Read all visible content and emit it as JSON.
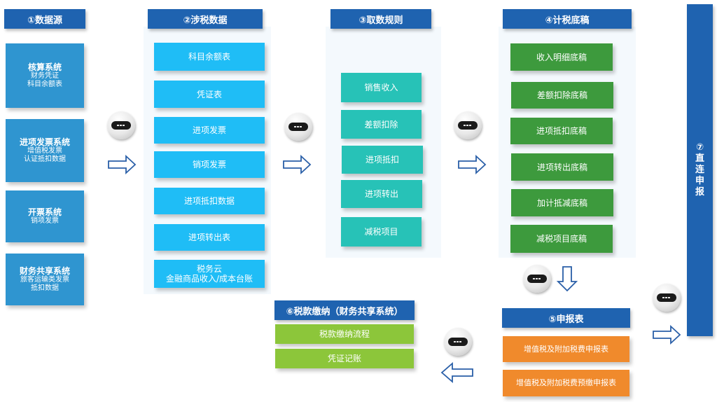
{
  "sections": {
    "source": {
      "header": "①数据源",
      "items": [
        {
          "title": "核算系统",
          "lines": [
            "财务凭证",
            "科目余额表"
          ]
        },
        {
          "title": "进项发票系统",
          "lines": [
            "增值税发票",
            "认证抵扣数据"
          ]
        },
        {
          "title": "开票系统",
          "lines": [
            "销项发票"
          ]
        },
        {
          "title": "财务共享系统",
          "lines": [
            "旅客运输类发票",
            "抵扣数据"
          ]
        }
      ]
    },
    "tax_data": {
      "header": "②涉税数据",
      "items": [
        "科目余额表",
        "凭证表",
        "进项发票",
        "销项发票",
        "进项抵扣数据",
        "进项转出表"
      ],
      "last_item": {
        "line1": "税务云",
        "line2": "金融商品收入/成本台账"
      }
    },
    "rules": {
      "header": "③取数规则",
      "items": [
        "销售收入",
        "差额扣除",
        "进项抵扣",
        "进项转出",
        "减税项目"
      ]
    },
    "drafts": {
      "header": "④计税底稿",
      "items": [
        "收入明细底稿",
        "差额扣除底稿",
        "进项抵扣底稿",
        "进项转出底稿",
        "加计抵减底稿",
        "减税项目底稿"
      ]
    },
    "returns": {
      "header": "⑤申报表",
      "items": [
        "增值税及附加税费申报表",
        "增值税及附加税费预缴申报表"
      ]
    },
    "payment": {
      "header": "⑥税款缴纳（财务共享系统）",
      "items": [
        "税款缴纳流程",
        "凭证记账"
      ]
    },
    "direct": {
      "chars": [
        "⑦",
        "直",
        "连",
        "申",
        "报"
      ]
    }
  },
  "icons": [
    "robot-icon",
    "arrow-right-icon",
    "arrow-down-icon",
    "arrow-left-icon"
  ],
  "colors": {
    "header_blue": "#1f63b0",
    "source_blue": "#2f95d0",
    "tax_data_cyan": "#1fbdf6",
    "rules_teal": "#27c2b7",
    "drafts_green": "#3d9a3d",
    "returns_orange": "#f08a2c",
    "payment_lime": "#8cc63a",
    "arrow_blue": "#2a5fa8"
  }
}
